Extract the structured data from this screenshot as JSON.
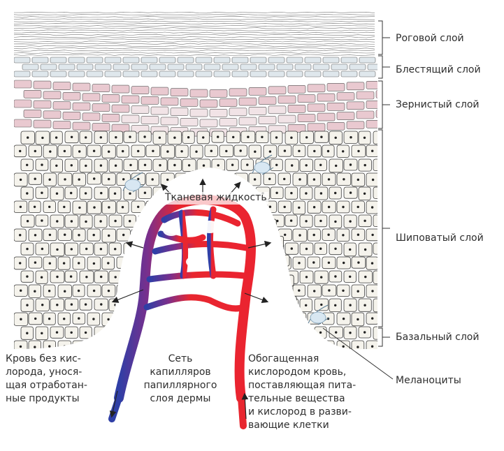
{
  "layers": [
    {
      "label": "Роговой слой"
    },
    {
      "label": "Блестящий слой"
    },
    {
      "label": "Зернистый слой"
    },
    {
      "label": "Шиповатый слой"
    },
    {
      "label": "Базальный слой"
    }
  ],
  "tissue_fluid_label": "Тканевая жидкость",
  "melanocytes_label": "Меланоциты",
  "captions": {
    "deoxygenated": [
      "Кровь без кис-",
      "лорода, унося-",
      "щая отработан-",
      "ные продукты"
    ],
    "capillaries": [
      "Сеть",
      "капилляров",
      "папиллярного",
      "слоя дермы"
    ],
    "oxygenated": [
      "Обогащенная",
      "кислородом кровь,",
      "поставляющая пита-",
      "тельные вещества",
      "и кислород в разви-",
      "вающие клетки"
    ]
  },
  "colors": {
    "granular_fill": "#e9c9d0",
    "lucid_fill": "#dfe7ec",
    "spinous_fill": "#f5f3ec",
    "cell_outline": "#3a3a3a",
    "artery": "#e8262f",
    "vein": "#2f3fa6",
    "melanocyte": "#d8e7f2"
  }
}
